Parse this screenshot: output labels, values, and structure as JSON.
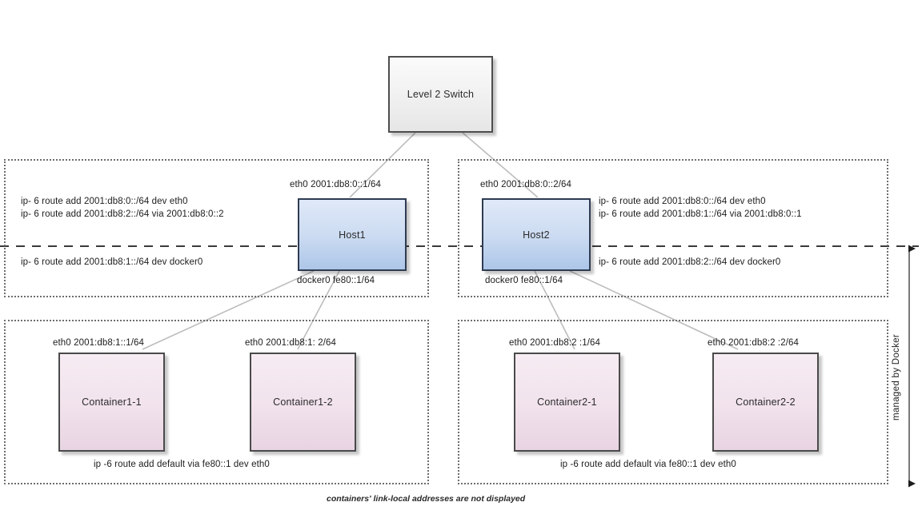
{
  "diagram": {
    "caption": "containers' link-local addresses are not displayed",
    "scope_label": "managed by Docker"
  },
  "switch": {
    "label": "Level 2 Switch"
  },
  "hosts": [
    {
      "name": "Host1",
      "eth0_label": "eth0 2001:db8:0::1/64",
      "docker0_label": "docker0 fe80::1/64",
      "routes_above": [
        "ip- 6 route add 2001:db8:0::/64 dev eth0",
        "ip- 6 route add 2001:db8:2::/64 via  2001:db8:0::2"
      ],
      "routes_below": [
        "ip- 6 route add 2001:db8:1::/64 dev docker0"
      ]
    },
    {
      "name": "Host2",
      "eth0_label": "eth0 2001:db8:0::2/64",
      "docker0_label": "docker0 fe80::1/64",
      "routes_above": [
        "ip- 6 route add 2001:db8:0::/64 dev eth0",
        "ip- 6 route add 2001:db8:1::/64 via 2001:db8:0::1"
      ],
      "routes_below": [
        "ip- 6 route add 2001:db8:2::/64 dev docker0"
      ]
    }
  ],
  "container_groups": [
    {
      "route": "ip -6 route add default via fe80::1 dev eth0",
      "containers": [
        {
          "name": "Container1-1",
          "eth0_label": "eth0 2001:db8:1::1/64"
        },
        {
          "name": "Container1-2",
          "eth0_label": "eth0 2001:db8:1: 2/64"
        }
      ]
    },
    {
      "route": "ip -6 route add default via fe80::1 dev eth0",
      "containers": [
        {
          "name": "Container2-1",
          "eth0_label": "eth0 2001:db8:2 :1/64"
        },
        {
          "name": "Container2-2",
          "eth0_label": "eth0 2001:db8:2 :2/64"
        }
      ]
    }
  ],
  "colors": {
    "switch_fill": "#f2f2f2",
    "host_fill": "#cddcf2",
    "container_fill": "#f1e2ec",
    "connector": "#b8b8b8",
    "group_border": "#6e6e6e",
    "kernel_line": "#3a3a3a"
  }
}
